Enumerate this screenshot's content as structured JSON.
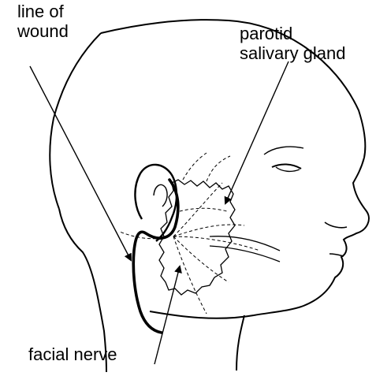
{
  "labels": {
    "wound": [
      "line of",
      "wound"
    ],
    "parotid": [
      "parotid",
      "salivary gland"
    ],
    "nerve": "facial nerve"
  },
  "colors": {
    "ink": "#000000",
    "background": "#ffffff"
  }
}
